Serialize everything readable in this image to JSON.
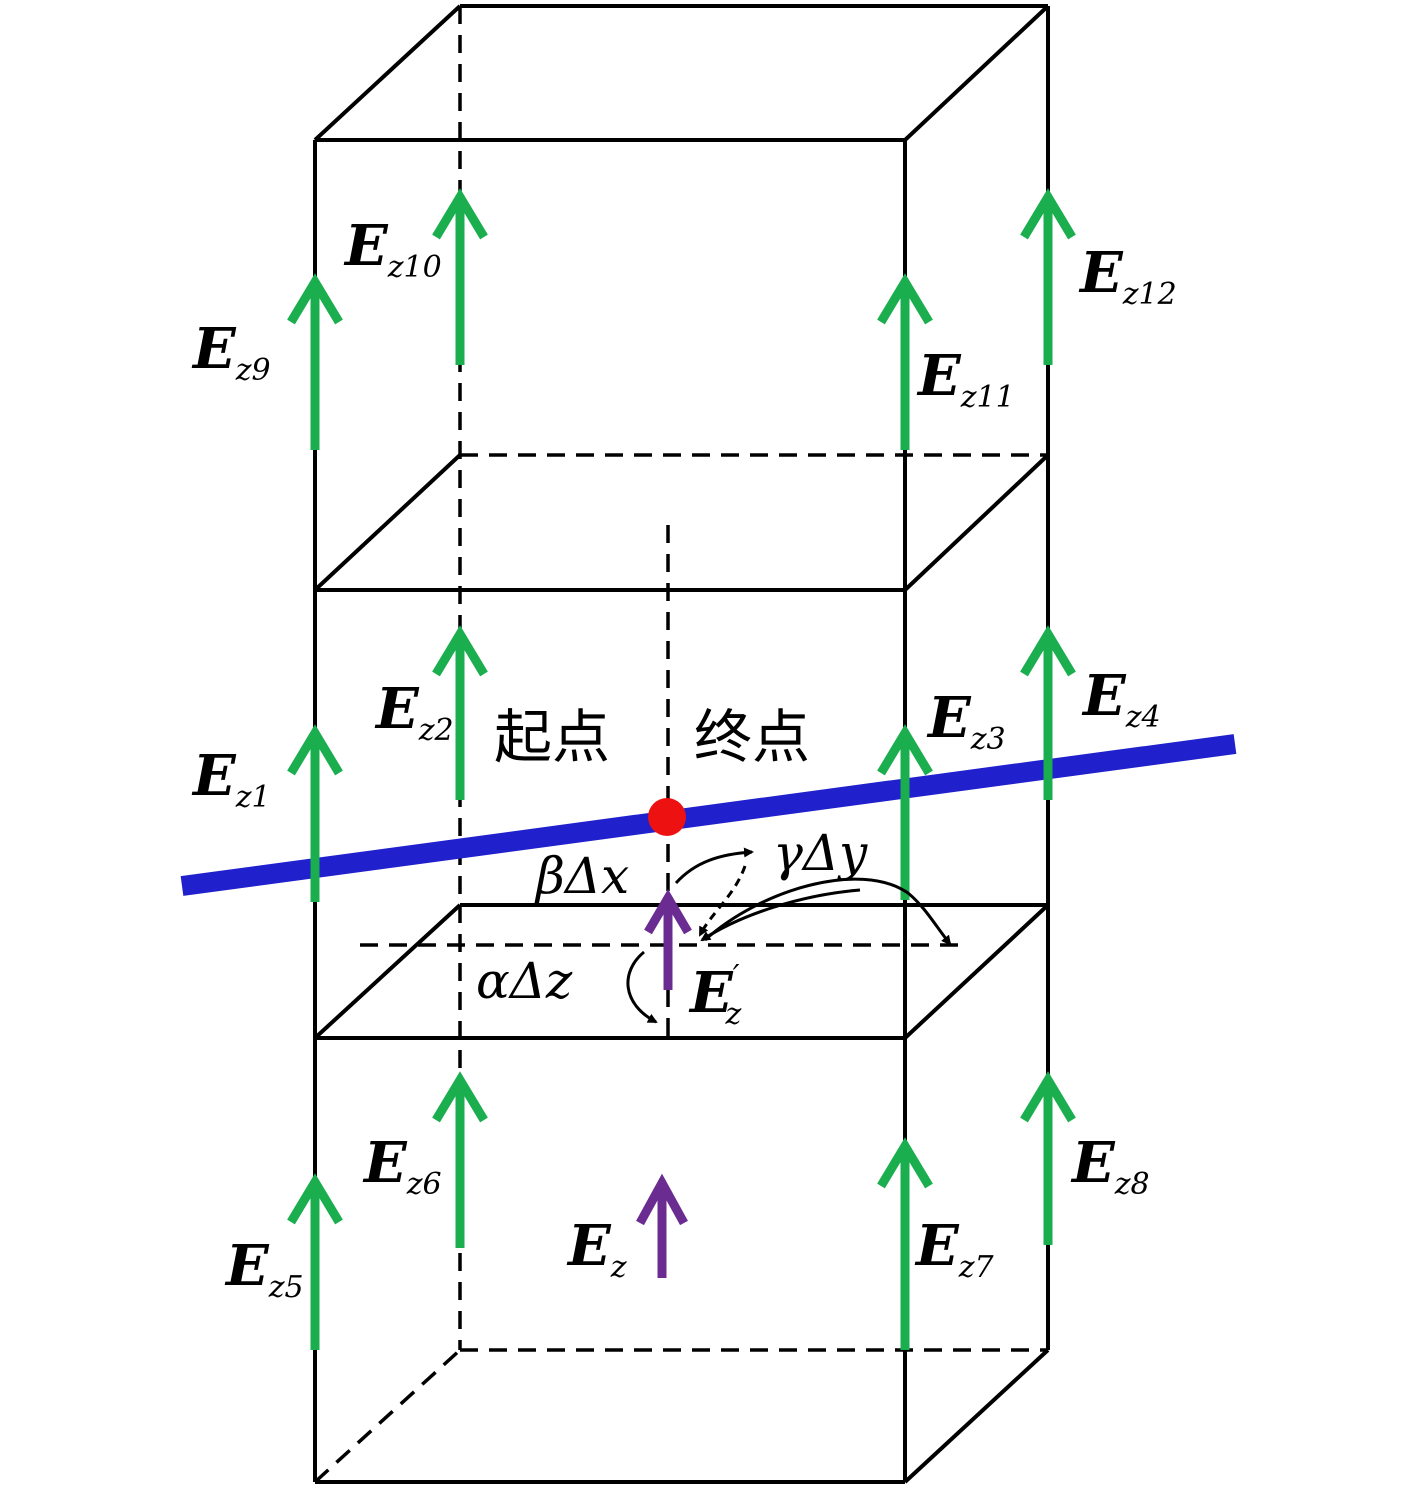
{
  "field_labels": {
    "ez1": {
      "main": "E",
      "sub": "z1"
    },
    "ez2": {
      "main": "E",
      "sub": "z2"
    },
    "ez3": {
      "main": "E",
      "sub": "z3"
    },
    "ez4": {
      "main": "E",
      "sub": "z4"
    },
    "ez5": {
      "main": "E",
      "sub": "z5"
    },
    "ez6": {
      "main": "E",
      "sub": "z6"
    },
    "ez7": {
      "main": "E",
      "sub": "z7"
    },
    "ez8": {
      "main": "E",
      "sub": "z8"
    },
    "ez9": {
      "main": "E",
      "sub": "z9"
    },
    "ez10": {
      "main": "E",
      "sub": "z10"
    },
    "ez11": {
      "main": "E",
      "sub": "z11"
    },
    "ez12": {
      "main": "E",
      "sub": "z12"
    },
    "ez": {
      "main": "E",
      "sub": "z"
    },
    "ez_prime": {
      "main": "E",
      "sub": "z",
      "prime": "′"
    }
  },
  "region_labels": {
    "start": "起点",
    "end": "终点"
  },
  "offset_labels": {
    "beta_dx": "βΔx",
    "gamma_dy": "γΔy",
    "alpha_dz": "αΔz"
  },
  "colors": {
    "field_arrow": "#1aae4f",
    "interp_arrow": "#6a2c91",
    "ray": "#2020cc",
    "intersection_point": "#ee1111",
    "edges": "#000000"
  }
}
